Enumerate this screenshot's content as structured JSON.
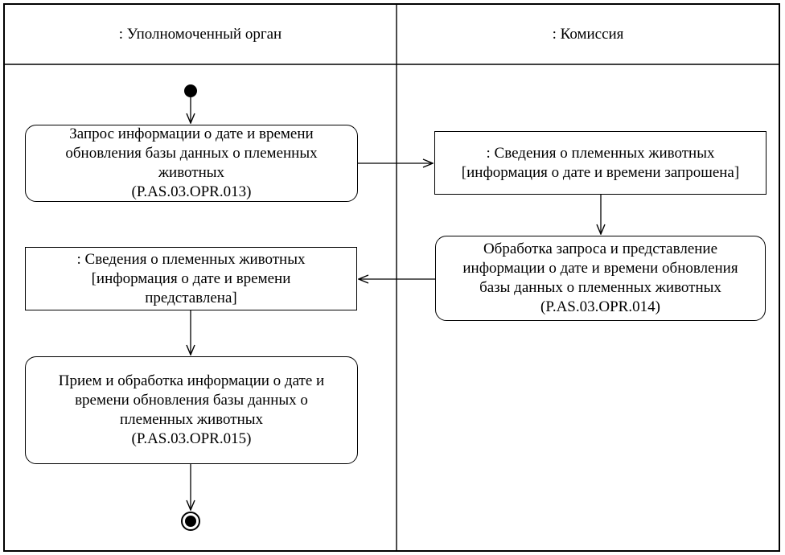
{
  "diagram": {
    "background": "#ffffff",
    "line_color": "#000000",
    "lanes": [
      {
        "title": ": Уполномоченный орган"
      },
      {
        "title": ": Комиссия"
      }
    ],
    "nodes": {
      "activity_013": {
        "text": "Запрос информации о дате и времени\nобновления базы данных о племенных\nживотных\n(P.AS.03.OPR.013)"
      },
      "object_requested": {
        "text": ": Сведения о племенных животных\n[информация о дате и времени запрошена]"
      },
      "activity_014": {
        "text": "Обработка запроса и представление\nинформации о дате и времени обновления\nбазы данных о племенных животных\n(P.AS.03.OPR.014)"
      },
      "object_provided": {
        "text": ": Сведения о племенных животных\n[информация о дате и времени\nпредставлена]"
      },
      "activity_015": {
        "text": "Прием и обработка информации о дате и\nвремени обновления базы данных о\nплеменных животных\n(P.AS.03.OPR.015)"
      }
    }
  }
}
